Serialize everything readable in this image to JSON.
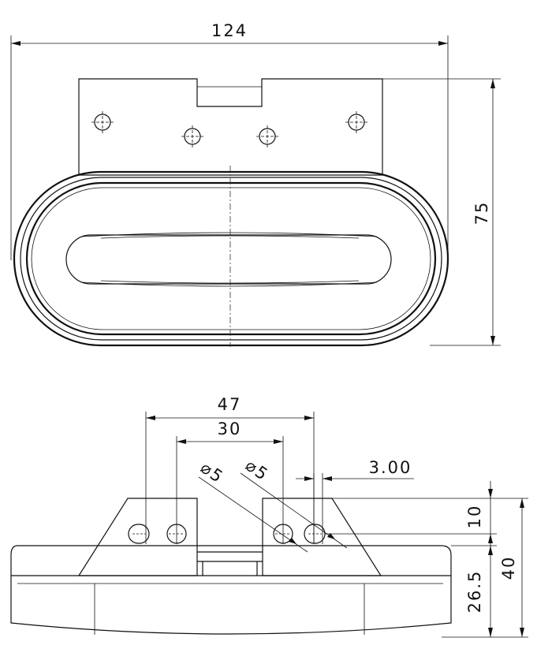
{
  "top_view": {
    "width_label": "124",
    "height_label": "75"
  },
  "side_view": {
    "hole_spacing_outer": "47",
    "hole_spacing_inner": "30",
    "hole_diameter_left": "⌀5",
    "hole_diameter_right": "⌀5",
    "slot_width": "3.00",
    "bracket_hole_height": "10",
    "total_height": "40",
    "lamp_height": "26.5"
  }
}
